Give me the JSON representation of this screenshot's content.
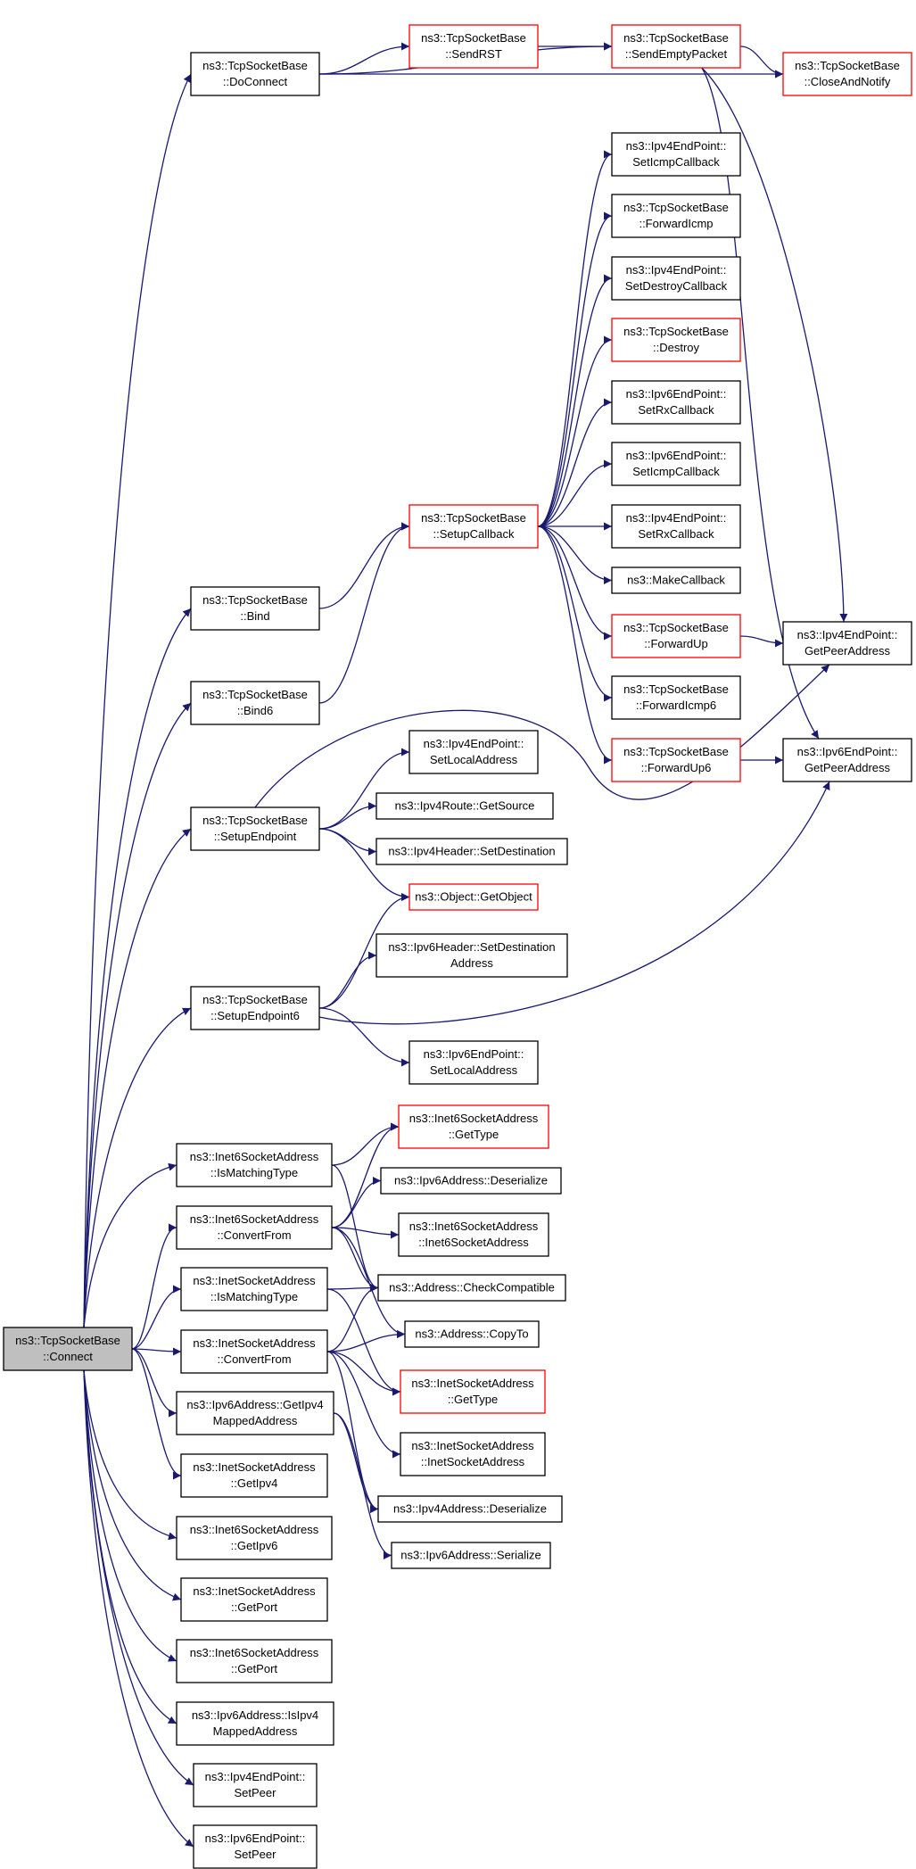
{
  "nodes": [
    {
      "id": "connect",
      "lines": [
        "ns3::TcpSocketBase",
        "::Connect"
      ],
      "style": "root"
    },
    {
      "id": "doconnect",
      "lines": [
        "ns3::TcpSocketBase",
        "::DoConnect"
      ],
      "style": "normal"
    },
    {
      "id": "sendrst",
      "lines": [
        "ns3::TcpSocketBase",
        "::SendRST"
      ],
      "style": "red"
    },
    {
      "id": "sendempty",
      "lines": [
        "ns3::TcpSocketBase",
        "::SendEmptyPacket"
      ],
      "style": "red"
    },
    {
      "id": "closenotify",
      "lines": [
        "ns3::TcpSocketBase",
        "::CloseAndNotify"
      ],
      "style": "red"
    },
    {
      "id": "ipv4ep_seticmp",
      "lines": [
        "ns3::Ipv4EndPoint::",
        "SetIcmpCallback"
      ],
      "style": "normal"
    },
    {
      "id": "fwdicmp",
      "lines": [
        "ns3::TcpSocketBase",
        "::ForwardIcmp"
      ],
      "style": "normal"
    },
    {
      "id": "ipv4ep_setdestroy",
      "lines": [
        "ns3::Ipv4EndPoint::",
        "SetDestroyCallback"
      ],
      "style": "normal"
    },
    {
      "id": "destroy",
      "lines": [
        "ns3::TcpSocketBase",
        "::Destroy"
      ],
      "style": "red"
    },
    {
      "id": "ipv6ep_setrx",
      "lines": [
        "ns3::Ipv6EndPoint::",
        "SetRxCallback"
      ],
      "style": "normal"
    },
    {
      "id": "ipv6ep_seticmp",
      "lines": [
        "ns3::Ipv6EndPoint::",
        "SetIcmpCallback"
      ],
      "style": "normal"
    },
    {
      "id": "setupcb",
      "lines": [
        "ns3::TcpSocketBase",
        "::SetupCallback"
      ],
      "style": "red"
    },
    {
      "id": "ipv4ep_setrx",
      "lines": [
        "ns3::Ipv4EndPoint::",
        "SetRxCallback"
      ],
      "style": "normal"
    },
    {
      "id": "makecb",
      "lines": [
        "ns3::MakeCallback"
      ],
      "style": "normal"
    },
    {
      "id": "bind",
      "lines": [
        "ns3::TcpSocketBase",
        "::Bind"
      ],
      "style": "normal"
    },
    {
      "id": "fwdup",
      "lines": [
        "ns3::TcpSocketBase",
        "::ForwardUp"
      ],
      "style": "red"
    },
    {
      "id": "ipv4ep_getpeer",
      "lines": [
        "ns3::Ipv4EndPoint::",
        "GetPeerAddress"
      ],
      "style": "normal"
    },
    {
      "id": "bind6",
      "lines": [
        "ns3::TcpSocketBase",
        "::Bind6"
      ],
      "style": "normal"
    },
    {
      "id": "fwdicmp6",
      "lines": [
        "ns3::TcpSocketBase",
        "::ForwardIcmp6"
      ],
      "style": "normal"
    },
    {
      "id": "fwdup6",
      "lines": [
        "ns3::TcpSocketBase",
        "::ForwardUp6"
      ],
      "style": "red"
    },
    {
      "id": "ipv6ep_getpeer",
      "lines": [
        "ns3::Ipv6EndPoint::",
        "GetPeerAddress"
      ],
      "style": "normal"
    },
    {
      "id": "ipv4ep_setlocal",
      "lines": [
        "ns3::Ipv4EndPoint::",
        "SetLocalAddress"
      ],
      "style": "normal"
    },
    {
      "id": "setupep",
      "lines": [
        "ns3::TcpSocketBase",
        "::SetupEndpoint"
      ],
      "style": "normal"
    },
    {
      "id": "ipv4route_getsrc",
      "lines": [
        "ns3::Ipv4Route::GetSource"
      ],
      "style": "normal"
    },
    {
      "id": "ipv4hdr_setdst",
      "lines": [
        "ns3::Ipv4Header::SetDestination"
      ],
      "style": "normal"
    },
    {
      "id": "getobject",
      "lines": [
        "ns3::Object::GetObject"
      ],
      "style": "red"
    },
    {
      "id": "ipv6hdr_setdst",
      "lines": [
        "ns3::Ipv6Header::SetDestination",
        "Address"
      ],
      "style": "normal"
    },
    {
      "id": "setupep6",
      "lines": [
        "ns3::TcpSocketBase",
        "::SetupEndpoint6"
      ],
      "style": "normal"
    },
    {
      "id": "ipv6ep_setlocal",
      "lines": [
        "ns3::Ipv6EndPoint::",
        "SetLocalAddress"
      ],
      "style": "normal"
    },
    {
      "id": "i6_gettype",
      "lines": [
        "ns3::Inet6SocketAddress",
        "::GetType"
      ],
      "style": "red"
    },
    {
      "id": "i6_ismatch",
      "lines": [
        "ns3::Inet6SocketAddress",
        "::IsMatchingType"
      ],
      "style": "normal"
    },
    {
      "id": "ipv6addr_deser",
      "lines": [
        "ns3::Ipv6Address::Deserialize"
      ],
      "style": "normal"
    },
    {
      "id": "i6_convert",
      "lines": [
        "ns3::Inet6SocketAddress",
        "::ConvertFrom"
      ],
      "style": "normal"
    },
    {
      "id": "i6_ctor",
      "lines": [
        "ns3::Inet6SocketAddress",
        "::Inet6SocketAddress"
      ],
      "style": "normal"
    },
    {
      "id": "i4_ismatch",
      "lines": [
        "ns3::InetSocketAddress",
        "::IsMatchingType"
      ],
      "style": "normal"
    },
    {
      "id": "addr_check",
      "lines": [
        "ns3::Address::CheckCompatible"
      ],
      "style": "normal"
    },
    {
      "id": "addr_copyto",
      "lines": [
        "ns3::Address::CopyTo"
      ],
      "style": "normal"
    },
    {
      "id": "i4_convert",
      "lines": [
        "ns3::InetSocketAddress",
        "::ConvertFrom"
      ],
      "style": "normal"
    },
    {
      "id": "i4_gettype",
      "lines": [
        "ns3::InetSocketAddress",
        "::GetType"
      ],
      "style": "red"
    },
    {
      "id": "ipv6_getipv4mapped",
      "lines": [
        "ns3::Ipv6Address::GetIpv4",
        "MappedAddress"
      ],
      "style": "normal"
    },
    {
      "id": "i4_ctor",
      "lines": [
        "ns3::InetSocketAddress",
        "::InetSocketAddress"
      ],
      "style": "normal"
    },
    {
      "id": "i4_getipv4",
      "lines": [
        "ns3::InetSocketAddress",
        "::GetIpv4"
      ],
      "style": "normal"
    },
    {
      "id": "ipv4addr_deser",
      "lines": [
        "ns3::Ipv4Address::Deserialize"
      ],
      "style": "normal"
    },
    {
      "id": "ipv6addr_ser",
      "lines": [
        "ns3::Ipv6Address::Serialize"
      ],
      "style": "normal"
    },
    {
      "id": "i6_getipv6",
      "lines": [
        "ns3::Inet6SocketAddress",
        "::GetIpv6"
      ],
      "style": "normal"
    },
    {
      "id": "i4_getport",
      "lines": [
        "ns3::InetSocketAddress",
        "::GetPort"
      ],
      "style": "normal"
    },
    {
      "id": "i6_getport",
      "lines": [
        "ns3::Inet6SocketAddress",
        "::GetPort"
      ],
      "style": "normal"
    },
    {
      "id": "ipv6_isipv4mapped",
      "lines": [
        "ns3::Ipv6Address::IsIpv4",
        "MappedAddress"
      ],
      "style": "normal"
    },
    {
      "id": "ipv4ep_setpeer",
      "lines": [
        "ns3::Ipv4EndPoint::",
        "SetPeer"
      ],
      "style": "normal"
    },
    {
      "id": "ipv6ep_setpeer",
      "lines": [
        "ns3::Ipv6EndPoint::",
        "SetPeer"
      ],
      "style": "normal"
    }
  ],
  "edges": [
    [
      "connect",
      "doconnect"
    ],
    [
      "connect",
      "bind"
    ],
    [
      "connect",
      "bind6"
    ],
    [
      "connect",
      "setupep"
    ],
    [
      "connect",
      "setupep6"
    ],
    [
      "connect",
      "i6_ismatch"
    ],
    [
      "connect",
      "i6_convert"
    ],
    [
      "connect",
      "i4_ismatch"
    ],
    [
      "connect",
      "i4_convert"
    ],
    [
      "connect",
      "ipv6_getipv4mapped"
    ],
    [
      "connect",
      "i4_getipv4"
    ],
    [
      "connect",
      "i6_getipv6"
    ],
    [
      "connect",
      "i4_getport"
    ],
    [
      "connect",
      "i6_getport"
    ],
    [
      "connect",
      "ipv6_isipv4mapped"
    ],
    [
      "connect",
      "ipv4ep_setpeer"
    ],
    [
      "connect",
      "ipv6ep_setpeer"
    ],
    [
      "doconnect",
      "sendrst"
    ],
    [
      "doconnect",
      "sendempty"
    ],
    [
      "doconnect",
      "closenotify"
    ],
    [
      "sendrst",
      "sendempty"
    ],
    [
      "sendempty",
      "closenotify"
    ],
    [
      "sendempty",
      "ipv4ep_getpeer"
    ],
    [
      "sendempty",
      "ipv6ep_getpeer"
    ],
    [
      "bind",
      "setupcb"
    ],
    [
      "bind6",
      "setupcb"
    ],
    [
      "setupcb",
      "ipv4ep_seticmp"
    ],
    [
      "setupcb",
      "fwdicmp"
    ],
    [
      "setupcb",
      "ipv4ep_setdestroy"
    ],
    [
      "setupcb",
      "destroy"
    ],
    [
      "setupcb",
      "ipv6ep_setrx"
    ],
    [
      "setupcb",
      "ipv6ep_seticmp"
    ],
    [
      "setupcb",
      "ipv4ep_setrx"
    ],
    [
      "setupcb",
      "makecb"
    ],
    [
      "setupcb",
      "fwdup"
    ],
    [
      "setupcb",
      "fwdicmp6"
    ],
    [
      "setupcb",
      "fwdup6"
    ],
    [
      "fwdup",
      "ipv4ep_getpeer"
    ],
    [
      "fwdup6",
      "ipv6ep_getpeer"
    ],
    [
      "setupep",
      "ipv4ep_setlocal"
    ],
    [
      "setupep",
      "ipv4route_getsrc"
    ],
    [
      "setupep",
      "ipv4hdr_setdst"
    ],
    [
      "setupep",
      "getobject"
    ],
    [
      "setupep",
      "ipv4ep_getpeer"
    ],
    [
      "setupep6",
      "getobject"
    ],
    [
      "setupep6",
      "ipv6hdr_setdst"
    ],
    [
      "setupep6",
      "ipv6ep_setlocal"
    ],
    [
      "setupep6",
      "ipv6ep_getpeer"
    ],
    [
      "i6_ismatch",
      "i6_gettype"
    ],
    [
      "i6_ismatch",
      "addr_check"
    ],
    [
      "i6_convert",
      "i6_gettype"
    ],
    [
      "i6_convert",
      "ipv6addr_deser"
    ],
    [
      "i6_convert",
      "i6_ctor"
    ],
    [
      "i6_convert",
      "addr_check"
    ],
    [
      "i6_convert",
      "addr_copyto"
    ],
    [
      "i4_ismatch",
      "addr_check"
    ],
    [
      "i4_ismatch",
      "i4_gettype"
    ],
    [
      "i4_convert",
      "addr_check"
    ],
    [
      "i4_convert",
      "addr_copyto"
    ],
    [
      "i4_convert",
      "i4_gettype"
    ],
    [
      "i4_convert",
      "i4_ctor"
    ],
    [
      "i4_convert",
      "ipv4addr_deser"
    ],
    [
      "ipv6_getipv4mapped",
      "ipv4addr_deser"
    ],
    [
      "ipv6_getipv4mapped",
      "ipv6addr_ser"
    ]
  ]
}
